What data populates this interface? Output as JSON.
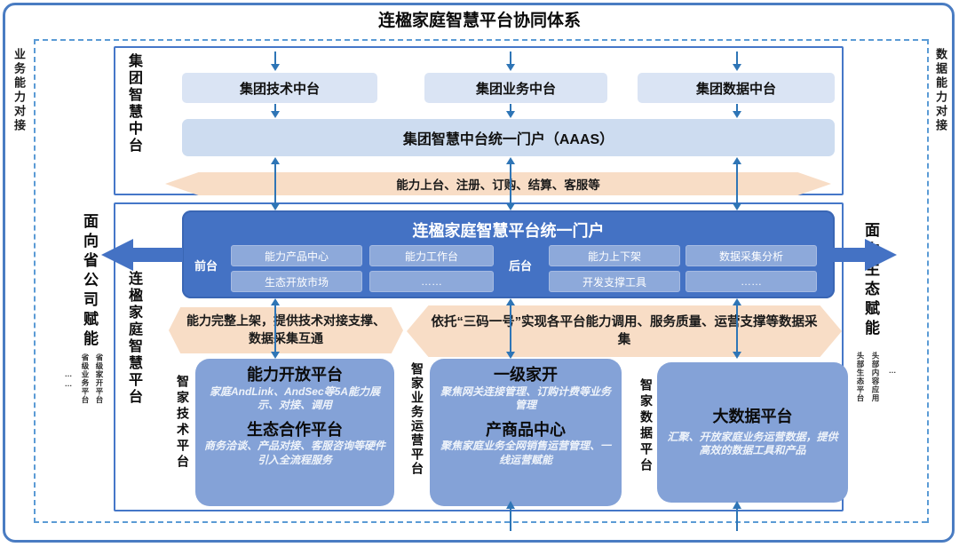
{
  "title": "连楹家庭智慧平台协同体系",
  "edges": {
    "left_dashed_label": "业务能力对接",
    "right_dashed_label": "数据能力对接",
    "left_outer_label": "面向省公司赋能",
    "left_outer_subs": [
      "省级家开平台",
      "省级业务平台",
      "……"
    ],
    "right_outer_label": "面向生态赋能",
    "right_outer_subs": [
      "头部内容应用",
      "头部生态平台",
      "…"
    ]
  },
  "group_section": {
    "side_label": "集团智慧中台",
    "boxes": [
      "集团技术中台",
      "集团业务中台",
      "集团数据中台"
    ],
    "portal": "集团智慧中台统一门户（AAAS）",
    "band": "能力上台、注册、订购、结算、客服等"
  },
  "platform_section": {
    "side_label": "连楹家庭智慧平台",
    "portal": {
      "title": "连楹家庭智慧平台统一门户",
      "front_label": "前台",
      "front_items": [
        "能力产品中心",
        "能力工作台",
        "生态开放市场",
        "……"
      ],
      "back_label": "后台",
      "back_items": [
        "能力上下架",
        "数据采集分析",
        "开发支撑工具",
        "……"
      ]
    },
    "band_left": "能力完整上架，提供技术对接支撑、数据采集互通",
    "band_right": "依托“三码一号”实现各平台能力调用、服务质量、运营支撑等数据采集",
    "platforms": [
      {
        "side_label": "智家技术平台",
        "sections": [
          {
            "title": "能力开放平台",
            "desc": "家庭AndLink、AndSec等5A能力展示、对接、调用"
          },
          {
            "title": "生态合作平台",
            "desc": "商务洽谈、产品对接、客服咨询等硬件引入全流程服务"
          }
        ]
      },
      {
        "side_label": "智家业务运营平台",
        "sections": [
          {
            "title": "一级家开",
            "desc": "聚焦网关连接管理、订购计费等业务管理"
          },
          {
            "title": "产商品中心",
            "desc": "聚焦家庭业务全网销售运营管理、一线运营赋能"
          }
        ]
      },
      {
        "side_label": "智家数据平台",
        "sections": [
          {
            "title": "大数据平台",
            "desc": "汇聚、开放家庭业务运营数据，提供高效的数据工具和产品"
          }
        ]
      }
    ]
  },
  "colors": {
    "frame_blue": "#4a7cc2",
    "dashed_blue": "#5b9bd5",
    "light_box": "#dae4f4",
    "portal_bar": "#cddcf0",
    "band_orange": "#f8ddc6",
    "portal_dark": "#4472c4",
    "pill_blue": "#8da9da",
    "platform_blue": "#84a2d7",
    "arrow_blue": "#2e75b6"
  }
}
